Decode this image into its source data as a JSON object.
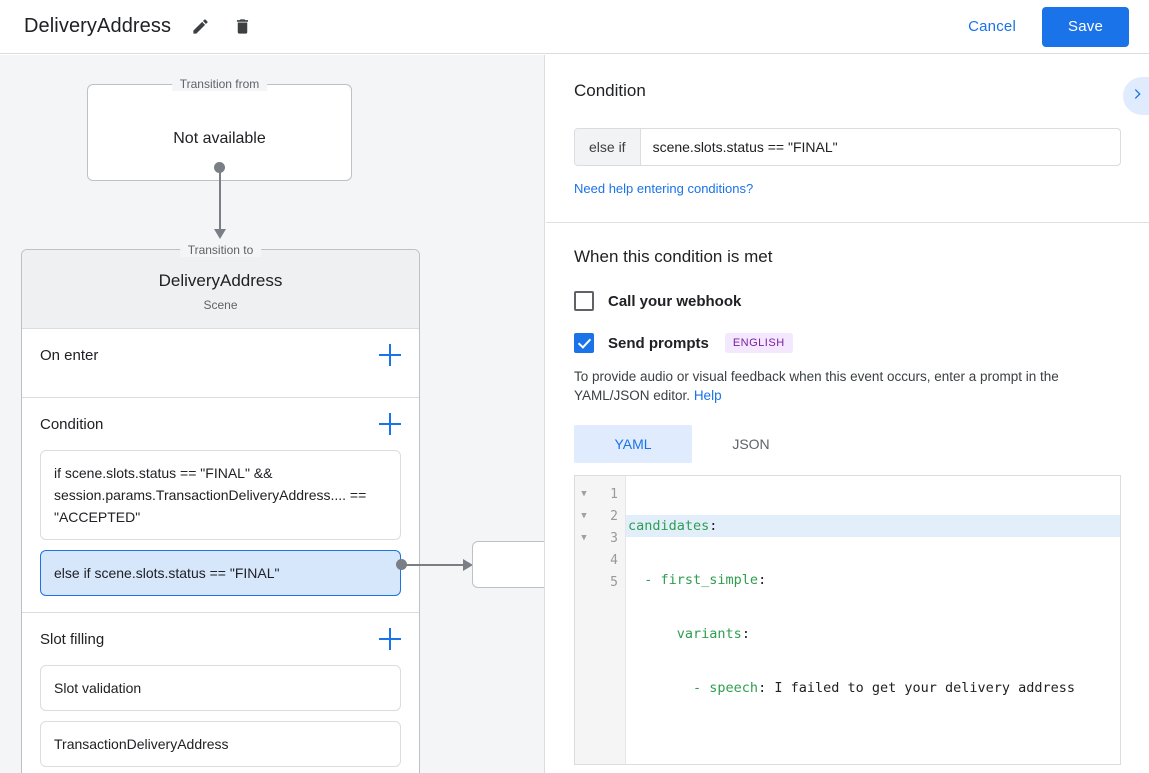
{
  "topbar": {
    "title": "DeliveryAddress",
    "edit_icon": "pencil-icon",
    "delete_icon": "trash-icon",
    "cancel_label": "Cancel",
    "save_label": "Save",
    "accent": "#1a73e8"
  },
  "canvas": {
    "from_node": {
      "legend": "Transition from",
      "label": "Not available"
    },
    "to_node": {
      "legend": "Transition to",
      "title": "DeliveryAddress",
      "subtitle": "Scene"
    },
    "sections": [
      {
        "title": "On enter",
        "add_label": "+",
        "items": []
      },
      {
        "title": "Condition",
        "add_label": "+",
        "items": [
          {
            "text": "if scene.slots.status == \"FINAL\" && session.params.TransactionDeliveryAddress.... == \"ACCEPTED\"",
            "selected": false
          },
          {
            "text": "else if scene.slots.status == \"FINAL\"",
            "selected": true
          }
        ]
      },
      {
        "title": "Slot filling",
        "add_label": "+",
        "items": [
          {
            "text": "Slot validation",
            "selected": false
          },
          {
            "text": "TransactionDeliveryAddress",
            "selected": false
          }
        ]
      }
    ]
  },
  "panel": {
    "condition": {
      "heading": "Condition",
      "prefix": "else if",
      "value": "scene.slots.status == \"FINAL\"",
      "help_link": "Need help entering conditions?",
      "collapse_icon": "chevron-right-icon"
    },
    "when_met": {
      "heading": "When this condition is met",
      "webhook": {
        "label": "Call your webhook",
        "checked": false
      },
      "prompts": {
        "label": "Send prompts",
        "checked": true,
        "badge": "ENGLISH",
        "badge_color": "#7b1fa2"
      },
      "helper_text": "To provide audio or visual feedback when this event occurs, enter a prompt in the YAML/JSON editor.",
      "helper_link": "Help",
      "tabs": [
        {
          "label": "YAML",
          "active": true
        },
        {
          "label": "JSON",
          "active": false
        }
      ],
      "editor": {
        "line_numbers": [
          "1",
          "2",
          "3",
          "4",
          "5"
        ],
        "fold_markers": [
          true,
          true,
          true,
          false,
          false
        ],
        "highlighted_line": 1,
        "lines": [
          {
            "key": "candidates",
            "colon": ":",
            "indent": "",
            "value": ""
          },
          {
            "key": "- first_simple",
            "colon": ":",
            "indent": "  ",
            "value": ""
          },
          {
            "key": "variants",
            "colon": ":",
            "indent": "      ",
            "value": ""
          },
          {
            "key": "- speech",
            "colon": ":",
            "indent": "        ",
            "value": " I failed to get your delivery address"
          },
          {
            "key": "",
            "colon": "",
            "indent": "",
            "value": ""
          }
        ]
      }
    }
  }
}
